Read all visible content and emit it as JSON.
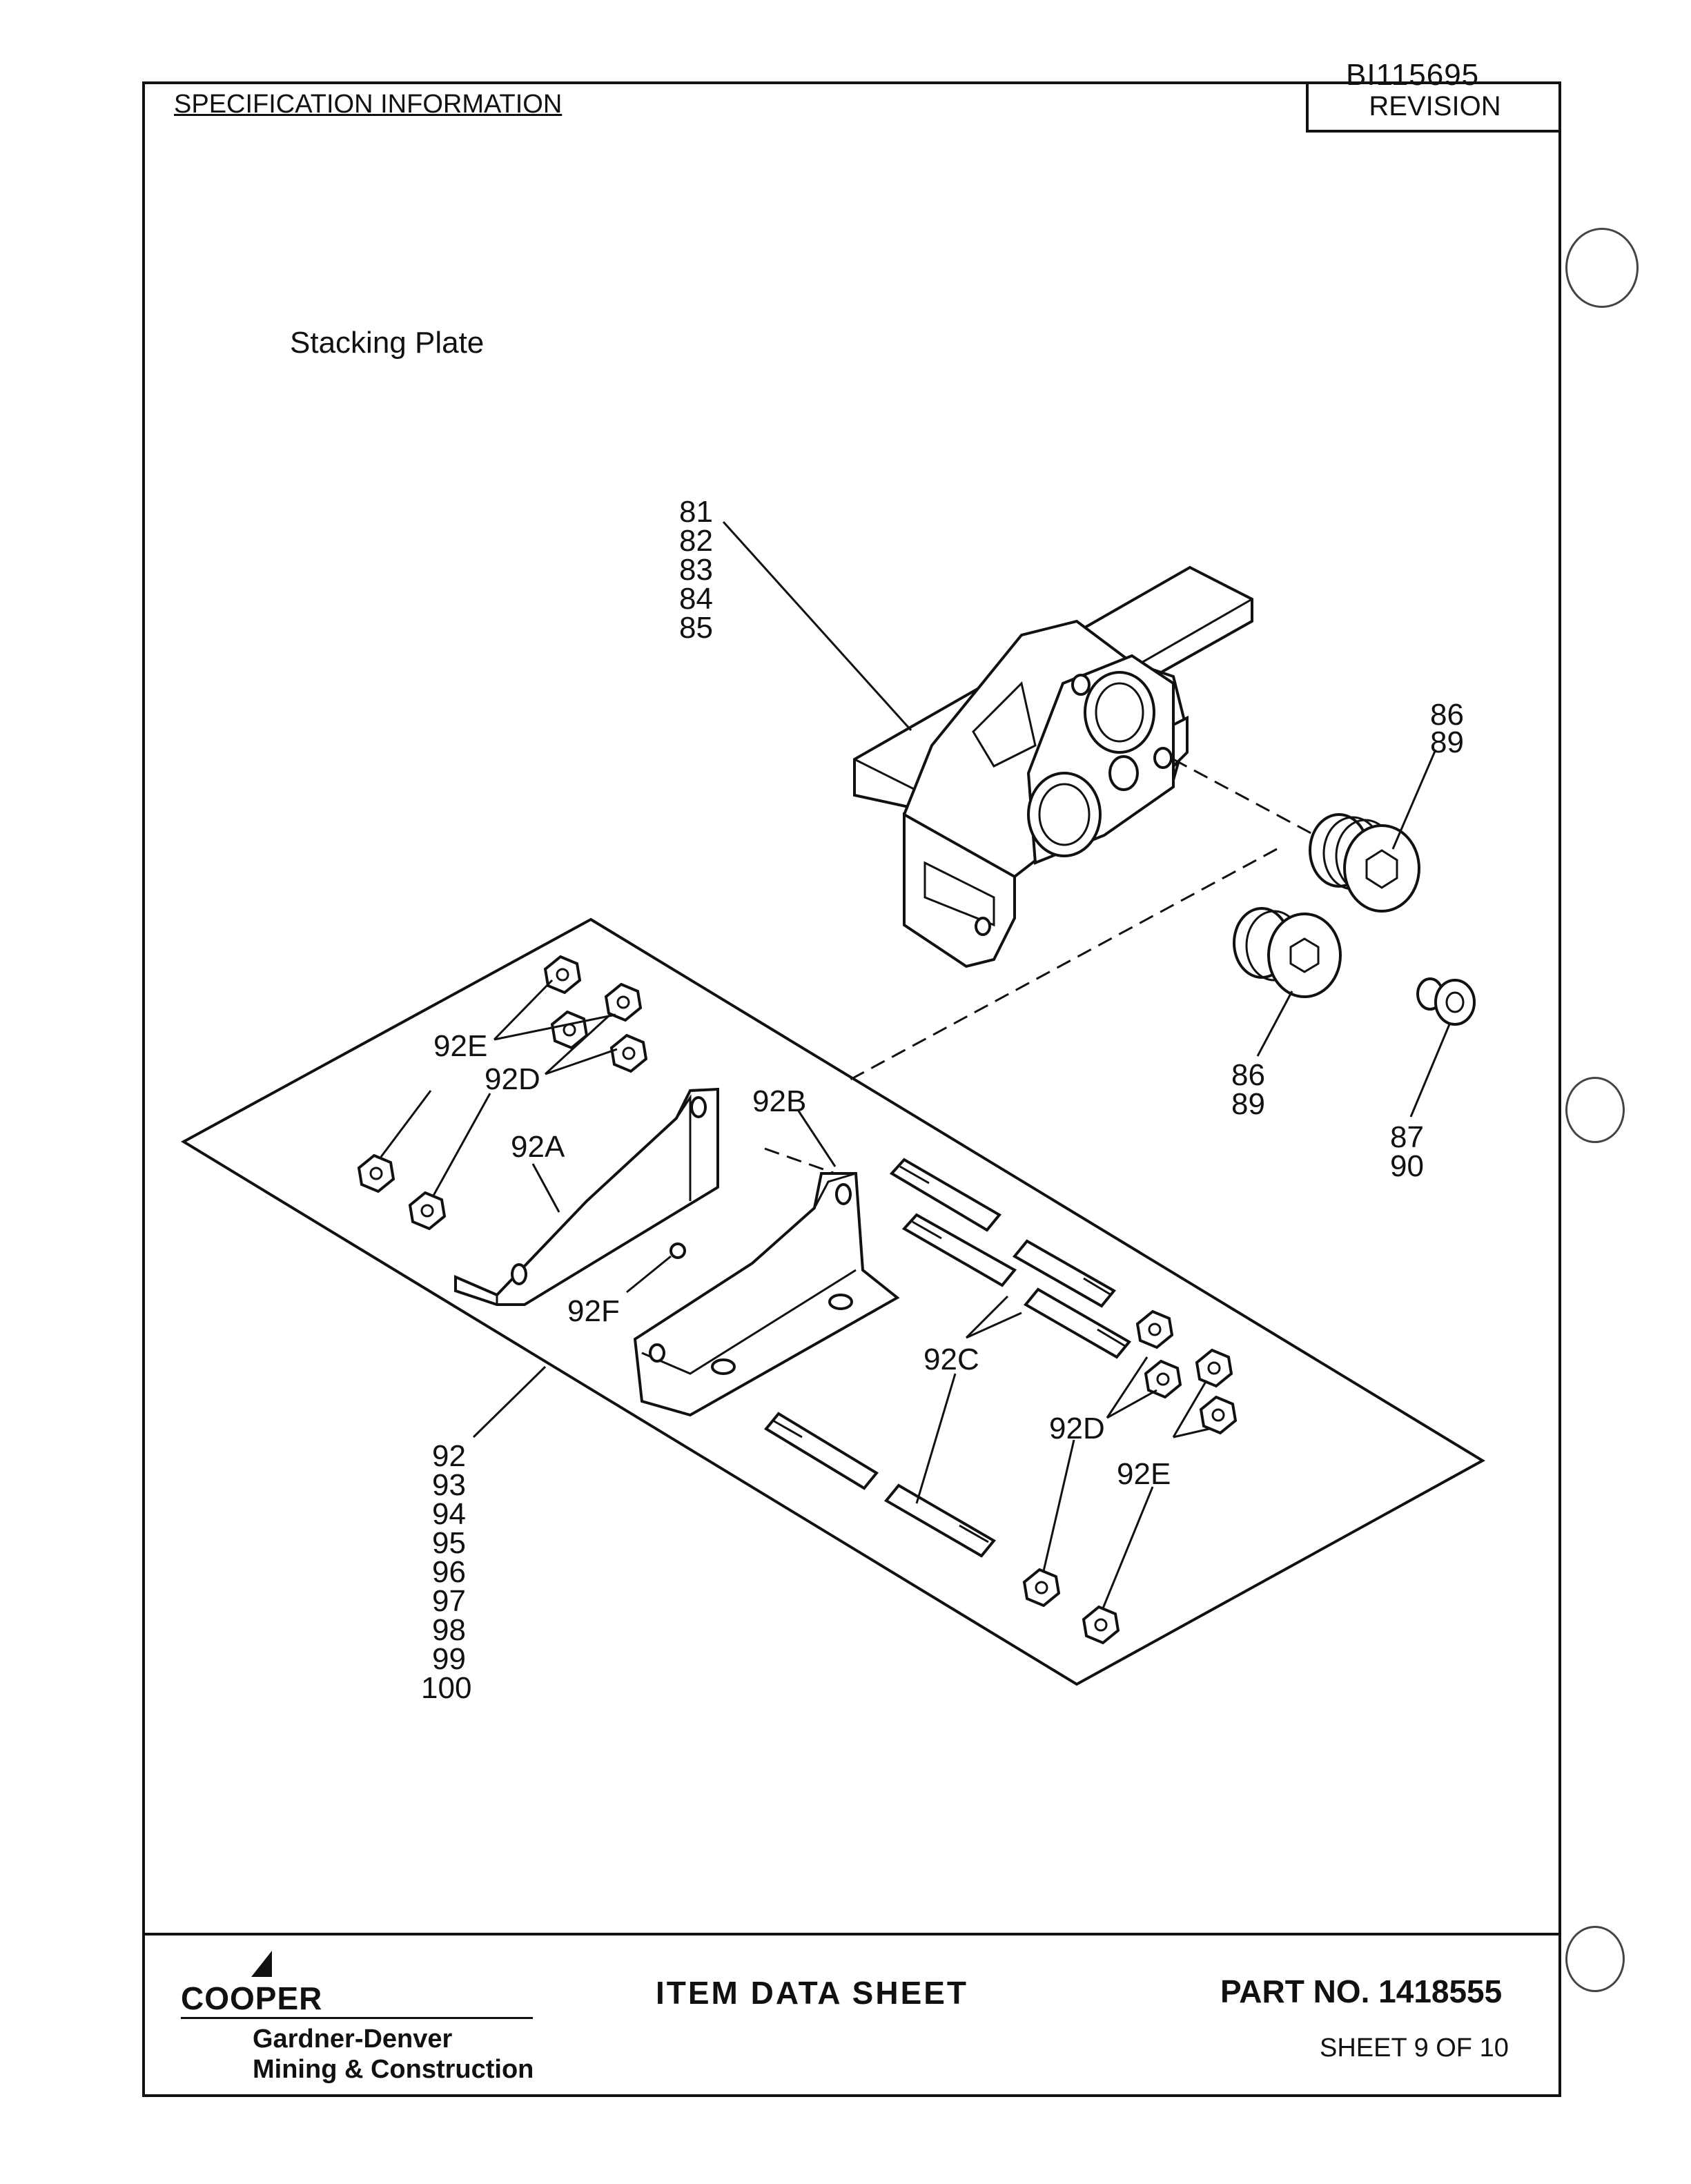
{
  "header": {
    "doc_id": "BI115695",
    "spec_title": "SPECIFICATION INFORMATION",
    "revision_label": "REVISION"
  },
  "subject": "Stacking Plate",
  "callouts": {
    "c81": "81",
    "c82": "82",
    "c83": "83",
    "c84": "84",
    "c85": "85",
    "c86a": "86",
    "c89a": "89",
    "c86b": "86",
    "c89b": "89",
    "c87": "87",
    "c90": "90",
    "c92e_left": "92E",
    "c92d_left": "92D",
    "c92a": "92A",
    "c92b": "92B",
    "c92f": "92F",
    "c92c": "92C",
    "c92d_right": "92D",
    "c92e_right": "92E",
    "list": [
      "92",
      "93",
      "94",
      "95",
      "96",
      "97",
      "98",
      "99",
      "100"
    ]
  },
  "footer": {
    "brand": "COOPER",
    "division_line1": "Gardner-Denver",
    "division_line2": "Mining & Construction",
    "title": "ITEM DATA SHEET",
    "part_no": "PART NO. 1418555",
    "sheet": "SHEET 9 OF 10"
  }
}
